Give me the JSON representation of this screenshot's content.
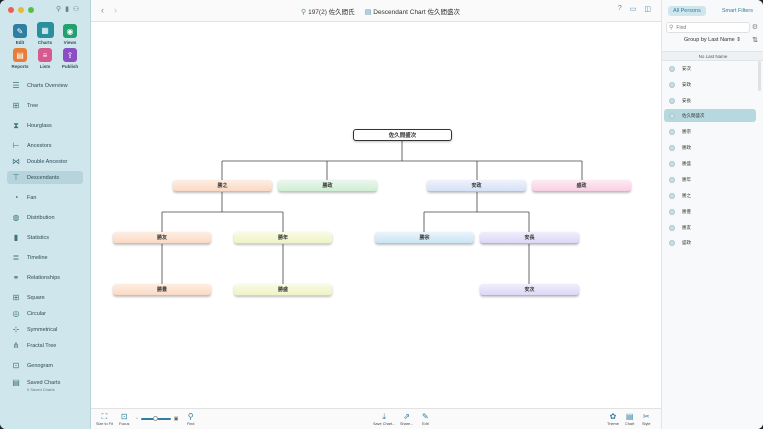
{
  "sidebar": {
    "app_buttons": [
      {
        "label": "Edit",
        "icon": "pencil-icon",
        "color": "#2f7fa3"
      },
      {
        "label": "Charts",
        "icon": "charts-icon",
        "color": "#2a8f9c"
      },
      {
        "label": "Views",
        "icon": "eye-icon",
        "color": "#23a06f"
      },
      {
        "label": "Reports",
        "icon": "reports-icon",
        "color": "#e67e3a"
      },
      {
        "label": "Lists",
        "icon": "lists-icon",
        "color": "#d45a8f"
      },
      {
        "label": "Publish",
        "icon": "publish-icon",
        "color": "#8a4fc2"
      }
    ],
    "items": [
      {
        "label": "Charts Overview",
        "icon": "charts-overview-icon"
      },
      {
        "label": "Tree",
        "icon": "tree-icon"
      },
      {
        "label": "Hourglass",
        "icon": "hourglass-icon"
      },
      {
        "label": "Ancestors",
        "icon": "ancestors-icon"
      },
      {
        "label": "Double Ancestor",
        "icon": "double-ancestor-icon"
      },
      {
        "label": "Descendants",
        "icon": "descendants-icon"
      },
      {
        "label": "Fan",
        "icon": "fan-icon"
      },
      {
        "label": "Distribution",
        "icon": "distribution-icon"
      },
      {
        "label": "Statistics",
        "icon": "statistics-icon"
      },
      {
        "label": "Timeline",
        "icon": "timeline-icon"
      },
      {
        "label": "Relationships",
        "icon": "relationships-icon"
      },
      {
        "label": "Square",
        "icon": "square-icon"
      },
      {
        "label": "Circular",
        "icon": "circular-icon"
      },
      {
        "label": "Symmetrical",
        "icon": "symmetrical-icon"
      },
      {
        "label": "Fractal Tree",
        "icon": "fractal-tree-icon"
      },
      {
        "label": "Genogram",
        "icon": "genogram-icon"
      },
      {
        "label": "Saved Charts",
        "sub": "0 Saved Charts",
        "icon": "saved-charts-icon"
      }
    ],
    "active_index": 5
  },
  "toolbar": {
    "person": "197(2) 佐久間氏",
    "chart_title": "Descendant Chart 佐久間盛次"
  },
  "chart": {
    "root": "佐久間盛次",
    "gen1": [
      "勝之",
      "勝政",
      "安政",
      "盛政"
    ],
    "gen2": [
      "勝友",
      "勝年",
      "勝宗",
      "安長"
    ],
    "gen3": [
      "勝豊",
      "勝盛",
      "安次"
    ]
  },
  "bottombar": {
    "size_to_fit": "Size to Fit",
    "focus": "Focus",
    "find": "Find",
    "save_chart": "Save Chart...",
    "share": "Share...",
    "edit": "Edit",
    "theme": "Theme",
    "chart": "Chart",
    "style": "Style"
  },
  "rpanel": {
    "tab_all": "All Persons",
    "tab_smart": "Smart Filters",
    "find_placeholder": "Find",
    "group_by": "Group by Last Name",
    "group_header": "No Last Name",
    "persons": [
      "安次",
      "安政",
      "安長",
      "佐久間盛次",
      "勝宗",
      "勝政",
      "勝盛",
      "勝年",
      "勝之",
      "勝豊",
      "勝友",
      "盛政"
    ],
    "selected_index": 3
  }
}
